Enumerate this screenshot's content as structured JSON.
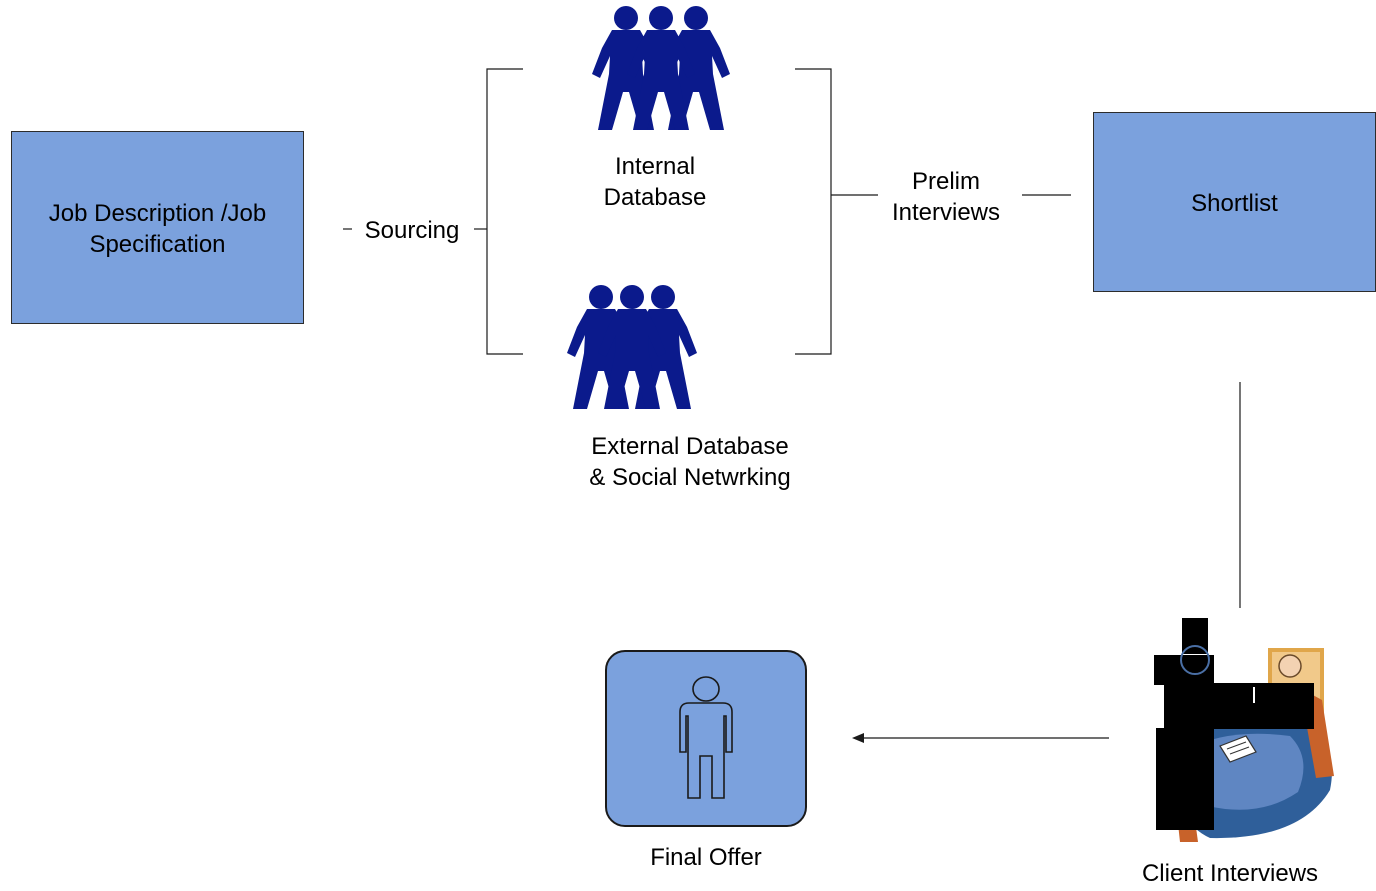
{
  "nodes": {
    "job_description": {
      "line1": "Job Description    /Job",
      "line2": "Specification"
    },
    "sourcing": {
      "label": "Sourcing"
    },
    "internal": {
      "line1": "Internal",
      "line2": "Database"
    },
    "external": {
      "line1": "External  Database",
      "line2": "& Social Netwrking"
    },
    "prelim": {
      "line1": "Prelim",
      "line2": "Interviews"
    },
    "shortlist": {
      "label": "Shortlist"
    },
    "client": {
      "label": "Client Interviews"
    },
    "final_offer": {
      "label": "Final Offer"
    }
  },
  "icons": {
    "people_group": "people-group-icon",
    "person_outline": "person-icon",
    "meeting_clipart": "meeting-icon"
  },
  "colors": {
    "box_fill": "#7ba1dd",
    "people_fill": "#0b1a8c",
    "line": "#1a1a1a"
  }
}
